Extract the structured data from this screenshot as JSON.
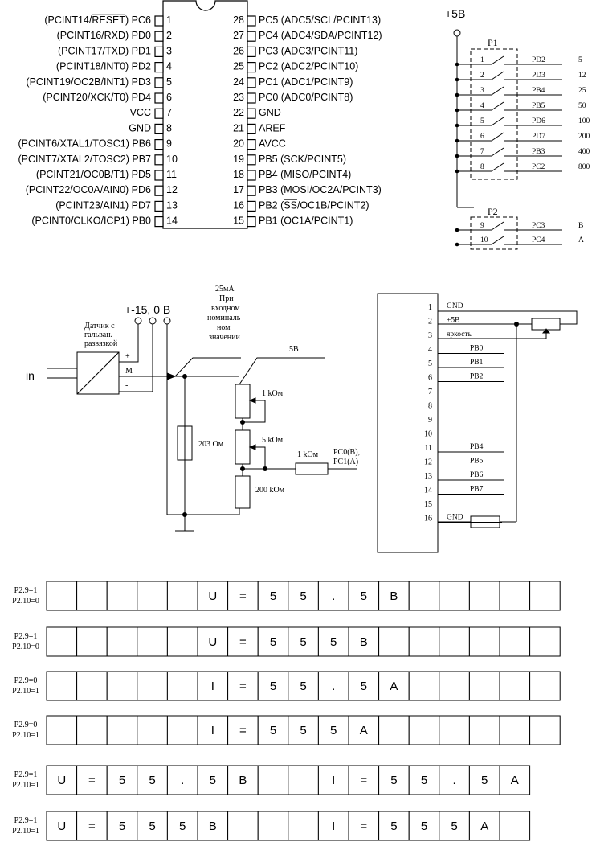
{
  "chip": {
    "left_pins": [
      {
        "n": "1",
        "label": "(PCINT14/RESET) PC6",
        "overbar": "RESET"
      },
      {
        "n": "2",
        "label": "(PCINT16/RXD) PD0"
      },
      {
        "n": "3",
        "label": "(PCINT17/TXD) PD1"
      },
      {
        "n": "4",
        "label": "(PCINT18/INT0) PD2"
      },
      {
        "n": "5",
        "label": "(PCINT19/OC2B/INT1) PD3"
      },
      {
        "n": "6",
        "label": "(PCINT20/XCK/T0) PD4"
      },
      {
        "n": "7",
        "label": "VCC"
      },
      {
        "n": "8",
        "label": "GND"
      },
      {
        "n": "9",
        "label": "(PCINT6/XTAL1/TOSC1) PB6"
      },
      {
        "n": "10",
        "label": "(PCINT7/XTAL2/TOSC2) PB7"
      },
      {
        "n": "11",
        "label": "(PCINT21/OC0B/T1) PD5"
      },
      {
        "n": "12",
        "label": "(PCINT22/OC0A/AIN0) PD6"
      },
      {
        "n": "13",
        "label": "(PCINT23/AIN1) PD7"
      },
      {
        "n": "14",
        "label": "(PCINT0/CLKO/ICP1) PB0"
      }
    ],
    "right_pins": [
      {
        "n": "28",
        "label": "PC5 (ADC5/SCL/PCINT13)"
      },
      {
        "n": "27",
        "label": "PC4 (ADC4/SDA/PCINT12)"
      },
      {
        "n": "26",
        "label": "PC3 (ADC3/PCINT11)"
      },
      {
        "n": "25",
        "label": "PC2 (ADC2/PCINT10)"
      },
      {
        "n": "24",
        "label": "PC1 (ADC1/PCINT9)"
      },
      {
        "n": "23",
        "label": "PC0 (ADC0/PCINT8)"
      },
      {
        "n": "22",
        "label": "GND"
      },
      {
        "n": "21",
        "label": "AREF"
      },
      {
        "n": "20",
        "label": "AVCC"
      },
      {
        "n": "19",
        "label": "PB5 (SCK/PCINT5)"
      },
      {
        "n": "18",
        "label": "PB4 (MISO/PCINT4)"
      },
      {
        "n": "17",
        "label": "PB3 (MOSI/OC2A/PCINT3)"
      },
      {
        "n": "16",
        "label": "PB2 (SS/OC1B/PCINT2)",
        "overbar": "SS"
      },
      {
        "n": "15",
        "label": "PB1 (OC1A/PCINT1)"
      }
    ]
  },
  "switches": {
    "supply": "+5В",
    "p1_label": "P1",
    "p2_label": "P2",
    "p1": [
      {
        "n": "1",
        "port": "PD2",
        "value": "5"
      },
      {
        "n": "2",
        "port": "PD3",
        "value": "12"
      },
      {
        "n": "3",
        "port": "PB4",
        "value": "25"
      },
      {
        "n": "4",
        "port": "PB5",
        "value": "50"
      },
      {
        "n": "5",
        "port": "PD6",
        "value": "100"
      },
      {
        "n": "6",
        "port": "PD7",
        "value": "200"
      },
      {
        "n": "7",
        "port": "PB3",
        "value": "400"
      },
      {
        "n": "8",
        "port": "PC2",
        "value": "800"
      }
    ],
    "p2": [
      {
        "n": "9",
        "port": "PC3",
        "value": "В"
      },
      {
        "n": "10",
        "port": "PC4",
        "value": "А"
      }
    ]
  },
  "sensor": {
    "supply": "+-15, 0 В",
    "sensor_label": [
      "Датчик с",
      "гальван.",
      "развязкой"
    ],
    "plus": "+",
    "mid": "M",
    "minus": "-",
    "input": "in",
    "note": [
      "25мА",
      "При",
      "входном",
      "номиналь",
      "ном",
      "значении"
    ],
    "v5": "5В",
    "r_shunt": "203 Ом",
    "r_top": "1 kОм",
    "r_mid": "5 kОм",
    "r_bot": "200 kОм",
    "r_series": "1 kОм",
    "out": [
      "PC0(B),",
      "PC1(A)"
    ]
  },
  "lcd": {
    "pins": [
      "1",
      "2",
      "3",
      "4",
      "5",
      "6",
      "7",
      "8",
      "9",
      "10",
      "11",
      "12",
      "13",
      "14",
      "15",
      "16"
    ],
    "labels": [
      {
        "pin": "1",
        "text": "GND"
      },
      {
        "pin": "2",
        "text": "+5В"
      },
      {
        "pin": "3",
        "text": "яркость"
      },
      {
        "pin": "4",
        "text": "PB0"
      },
      {
        "pin": "5",
        "text": "PB1"
      },
      {
        "pin": "6",
        "text": "PB2"
      },
      {
        "pin": "11",
        "text": "PB4"
      },
      {
        "pin": "12",
        "text": "PB5"
      },
      {
        "pin": "13",
        "text": "PB6"
      },
      {
        "pin": "14",
        "text": "PB7"
      },
      {
        "pin": "16",
        "text": "GND"
      }
    ]
  },
  "displays": [
    {
      "l1": "P2.9=1",
      "l2": "P2.10=0",
      "cells": [
        "",
        "",
        "",
        "",
        "",
        "U",
        "=",
        "5",
        "5",
        ".",
        "5",
        "B",
        "",
        "",
        "",
        "",
        ""
      ]
    },
    {
      "l1": "P2.9=1",
      "l2": "P2.10=0",
      "cells": [
        "",
        "",
        "",
        "",
        "",
        "U",
        "=",
        "5",
        "5",
        "5",
        "B",
        "",
        "",
        "",
        "",
        "",
        ""
      ]
    },
    {
      "l1": "P2.9=0",
      "l2": "P2.10=1",
      "cells": [
        "",
        "",
        "",
        "",
        "",
        "I",
        "=",
        "5",
        "5",
        ".",
        "5",
        "A",
        "",
        "",
        "",
        "",
        ""
      ]
    },
    {
      "l1": "P2.9=0",
      "l2": "P2.10=1",
      "cells": [
        "",
        "",
        "",
        "",
        "",
        "I",
        "=",
        "5",
        "5",
        "5",
        "A",
        "",
        "",
        "",
        "",
        "",
        ""
      ]
    },
    {
      "l1": "P2.9=1",
      "l2": "P2.10=1",
      "cells": [
        "U",
        "=",
        "5",
        "5",
        ".",
        "5",
        "B",
        "",
        "",
        "I",
        "=",
        "5",
        "5",
        ".",
        "5",
        "A"
      ]
    },
    {
      "l1": "P2.9=1",
      "l2": "P2.10=1",
      "cells": [
        "U",
        "=",
        "5",
        "5",
        "5",
        "B",
        "",
        "",
        "",
        "I",
        "=",
        "5",
        "5",
        "5",
        "A",
        ""
      ]
    }
  ]
}
